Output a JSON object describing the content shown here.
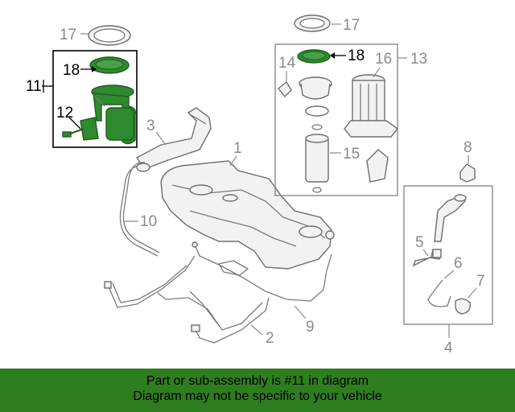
{
  "callouts": {
    "n1": "1",
    "n2": "2",
    "n3": "3",
    "n4": "4",
    "n5": "5",
    "n6": "6",
    "n7": "7",
    "n8": "8",
    "n9": "9",
    "n10": "10",
    "n11": "11",
    "n12": "12",
    "n13": "13",
    "n14": "14",
    "n15": "15",
    "n16": "16",
    "n17a": "17",
    "n17b": "17",
    "n18a": "18",
    "n18b": "18"
  },
  "banner": {
    "line1": "Part or sub-assembly is #11 in diagram",
    "line2": "Diagram may not be specific to your vehicle"
  },
  "colors": {
    "highlight": "#2f8a2f",
    "banner": "#2e7d1e"
  }
}
